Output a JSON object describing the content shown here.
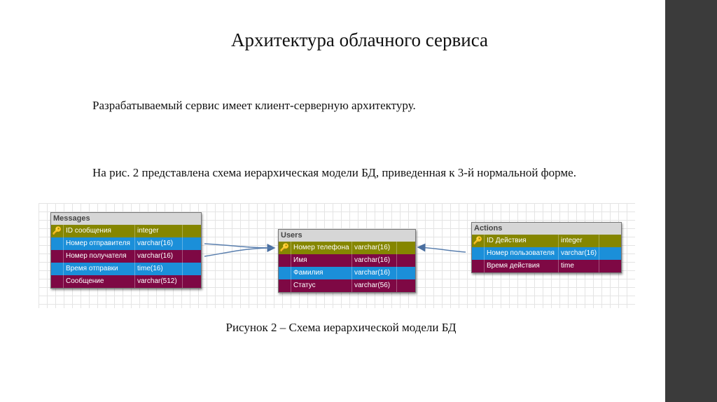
{
  "slide": {
    "title": "Архитектура облачного сервиса",
    "paragraph1": "Разрабатываемый сервис имеет клиент-серверную архитектуру.",
    "paragraph2": "На рис. 2 представлена  схема иерархическая модели БД, приведенная к 3-й нормальной форме.",
    "caption": "Рисунок 2 – Схема иерархической модели БД"
  },
  "colors": {
    "key_row": "#858600",
    "blue_row": "#1b8fd9",
    "maroon_row": "#7e0844",
    "sidebar": "#3b3b3b"
  },
  "diagram": {
    "tables": [
      {
        "name": "Messages",
        "rows": [
          {
            "key": true,
            "field": "ID сообщения",
            "type": "integer",
            "style": "key_row"
          },
          {
            "key": false,
            "field": "Номер отправителя",
            "type": "varchar(16)",
            "style": "blue_row"
          },
          {
            "key": false,
            "field": "Номер получателя",
            "type": "varchar(16)",
            "style": "maroon_row"
          },
          {
            "key": false,
            "field": "Время отправки",
            "type": "time(16)",
            "style": "blue_row"
          },
          {
            "key": false,
            "field": "Сообщение",
            "type": "varchar(512)",
            "style": "maroon_row"
          }
        ]
      },
      {
        "name": "Users",
        "rows": [
          {
            "key": true,
            "field": "Номер телефона",
            "type": "varchar(16)",
            "style": "key_row"
          },
          {
            "key": false,
            "field": "Имя",
            "type": "varchar(16)",
            "style": "maroon_row"
          },
          {
            "key": false,
            "field": "Фамилия",
            "type": "varchar(16)",
            "style": "blue_row"
          },
          {
            "key": false,
            "field": "Статус",
            "type": "varchar(56)",
            "style": "maroon_row"
          }
        ]
      },
      {
        "name": "Actions",
        "rows": [
          {
            "key": true,
            "field": "ID Действия",
            "type": "integer",
            "style": "key_row"
          },
          {
            "key": false,
            "field": "Номер пользователя",
            "type": "varchar(16)",
            "style": "blue_row"
          },
          {
            "key": false,
            "field": "Время действия",
            "type": "time",
            "style": "maroon_row"
          }
        ]
      }
    ]
  }
}
